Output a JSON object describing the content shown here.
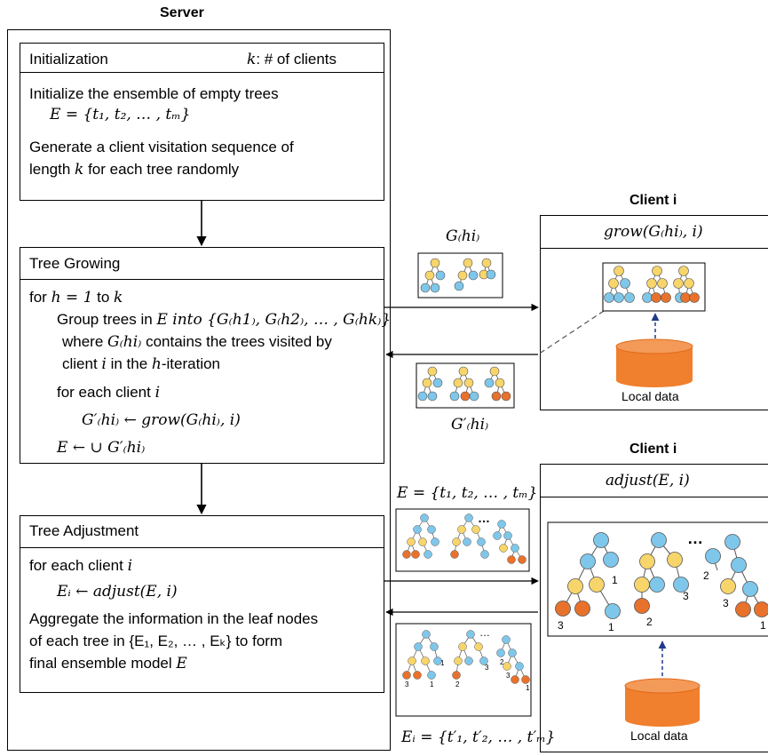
{
  "server": {
    "title": "Server",
    "init": {
      "header": "Initialization",
      "k_label": "k",
      "k_desc": ": # of clients",
      "line1": "Initialize the ensemble of empty trees",
      "line2": "E  = {t₁, t₂, … , tₘ}",
      "line3": "Generate a client visitation sequence of",
      "line4_pre": "length ",
      "line4_k": "k",
      "line4_post": " for each tree randomly"
    },
    "growing": {
      "header": "Tree Growing",
      "line1_pre": "for ",
      "line1_math": "h = 1",
      "line1_to": " to ",
      "line1_k": "k",
      "line2_pre": "Group trees in ",
      "line2_E": "E",
      "line2_post": " into {G₍h1₎, G₍h2₎, … , G₍hk₎}",
      "line3_pre": "where ",
      "line3_G": "G₍hi₎",
      "line3_post": " contains the trees visited by",
      "line4_pre": "client ",
      "line4_i": "i",
      "line4_mid": " in the ",
      "line4_h": "h",
      "line4_post": "-iteration",
      "line5_pre": "for each client ",
      "line5_i": "i",
      "line6": "G′₍hi₎ ← grow(G₍hi₎, i)",
      "line7": "E ← ∪ G′₍hi₎"
    },
    "adjust": {
      "header": "Tree Adjustment",
      "line1_pre": "for each client ",
      "line1_i": "i",
      "line2": "Eᵢ ← adjust(E, i)",
      "line3": "Aggregate the information in the leaf nodes",
      "line4_pre": "of each tree in {E₁, E₂, … , Eₖ} to form",
      "line5_pre": "final ensemble model ",
      "line5_E": "E"
    }
  },
  "client_top": {
    "title": "Client i",
    "func": "grow(G₍hi₎, i)",
    "local_data": "Local data"
  },
  "client_bottom": {
    "title": "Client i",
    "func": "adjust(E, i)",
    "local_data": "Local data",
    "leaf_labels": [
      "1",
      "3",
      "2",
      "3",
      "1",
      "1",
      "2"
    ],
    "dots": "…"
  },
  "middle": {
    "G_hi": "G₍hi₎",
    "G_prime_hi": "G′₍hi₎",
    "E_set": "E = {t₁, t₂, … , tₘ}",
    "E_i_set": "Eᵢ = {t′₁, t′₂, … , t′ₘ}",
    "dots": "…"
  },
  "colors": {
    "node_blue": "#7fc7ea",
    "node_yellow": "#f7d56b",
    "node_orange": "#e8722c",
    "cylinder": "#f07f2e",
    "arrow_blue": "#1f3a8a"
  }
}
